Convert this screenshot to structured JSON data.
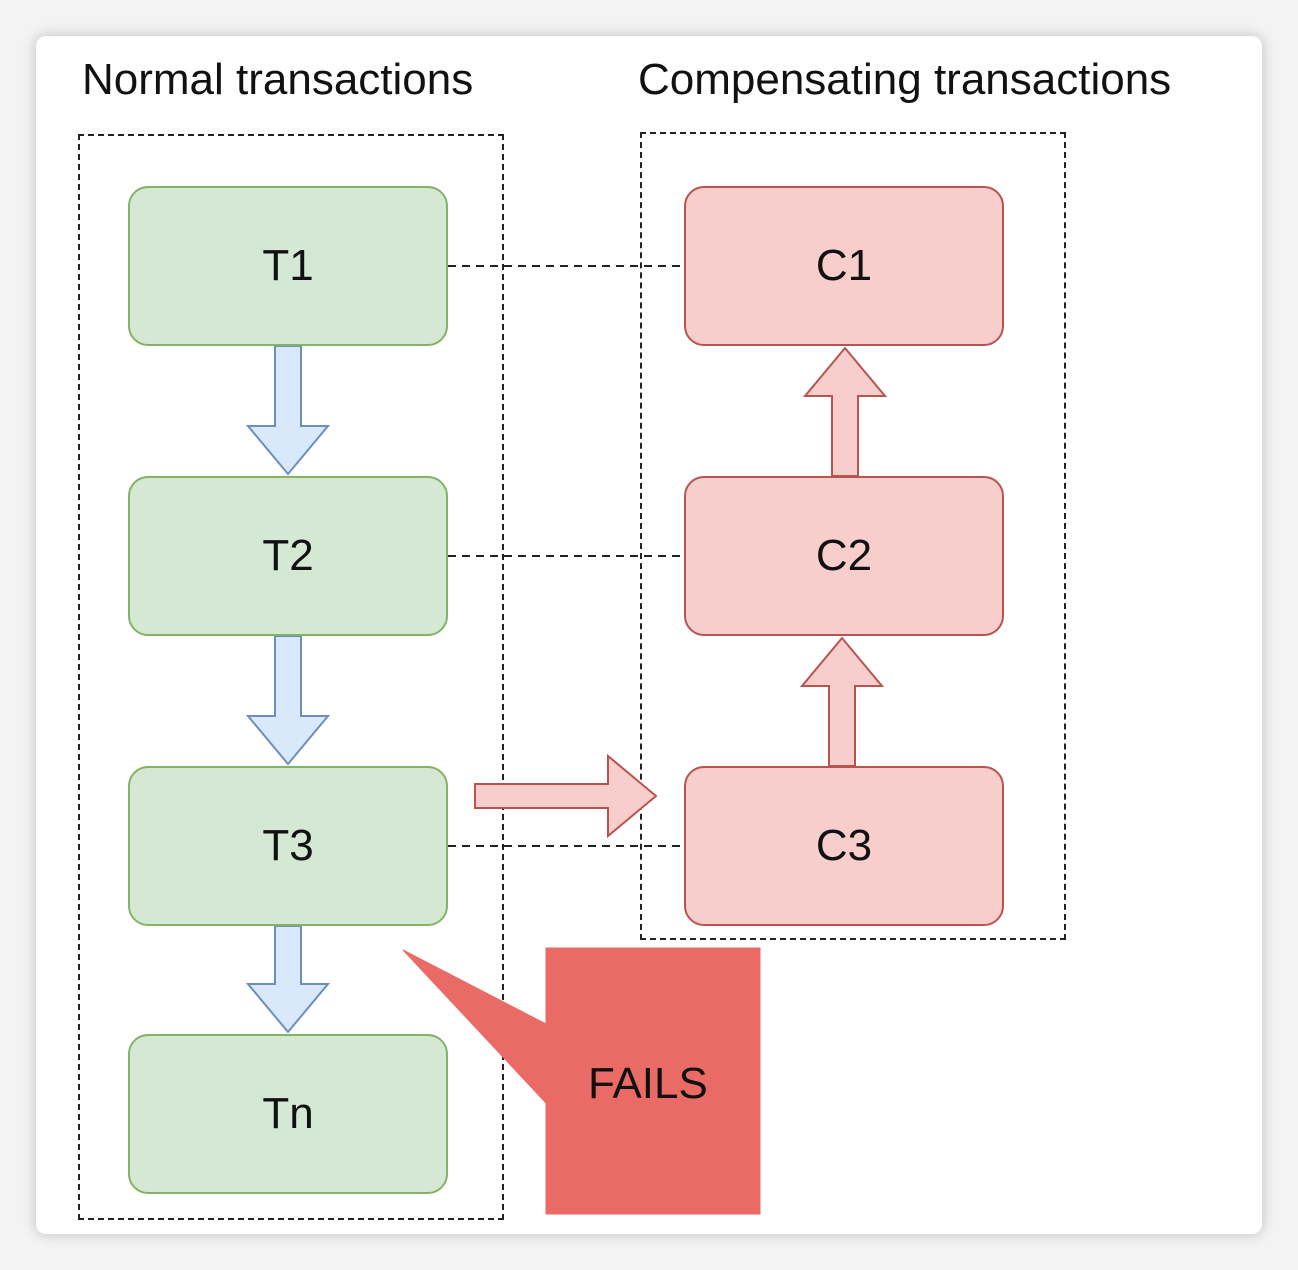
{
  "titles": {
    "normal": "Normal transactions",
    "compensating": "Compensating transactions"
  },
  "normal_transactions": [
    "T1",
    "T2",
    "T3",
    "Tn"
  ],
  "compensating_transactions": [
    "C1",
    "C2",
    "C3"
  ],
  "failure": {
    "label": "FAILS",
    "at": "T3"
  },
  "colors": {
    "normal_fill": "#d5e8d4",
    "normal_stroke": "#82b366",
    "compensating_fill": "#f8cecc",
    "compensating_stroke": "#b85450",
    "forward_arrow_fill": "#dae8fc",
    "forward_arrow_stroke": "#6c8ebf",
    "fails_fill": "#ea6b66"
  }
}
